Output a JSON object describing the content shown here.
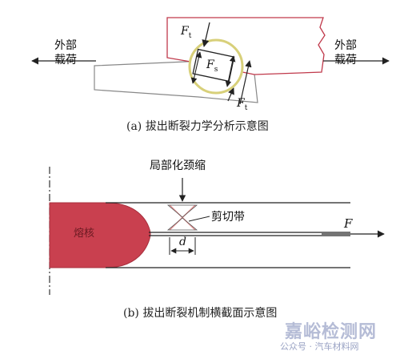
{
  "diagram_a": {
    "caption": "(a) 拔出断裂力学分析示意图",
    "left_load_line1": "外部",
    "left_load_line2": "载荷",
    "right_load_line1": "外部",
    "right_load_line2": "载荷",
    "force_top": "F",
    "force_top_sub": "t",
    "force_center": "F",
    "force_center_sub": "s",
    "force_bottom": "F",
    "force_bottom_sub": "t"
  },
  "diagram_b": {
    "caption": "(b) 拔出断裂机制横截面示意图",
    "necking_label": "局部化颈缩",
    "shear_band_label": "剪切带",
    "nugget_label": "熔核",
    "force_label": "F",
    "dimension_label": "d"
  },
  "watermark": {
    "brand": "嘉峪检测网",
    "source": "公众号 · 汽车材料网"
  },
  "colors": {
    "nugget": "#c9404f",
    "sheet_outline": "#c0394b",
    "weld_circle": "#d8d07a",
    "line": "#222222",
    "watermark": "#9aa3c4"
  }
}
